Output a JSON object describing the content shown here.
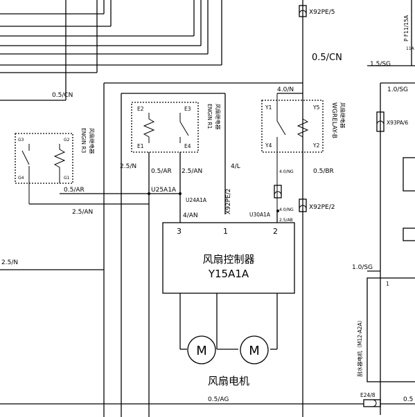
{
  "wires": {
    "w_cn_top": "0.5/CN",
    "w_cn_left": "0.5/CN",
    "w_1sg": "1.5/SG",
    "w_10sg_right": "1.0/SG",
    "w_40n": "4.0/N",
    "w_25n_mid": "2.5/N",
    "w_05ar_mid": "0.5/AR",
    "w_25an_mid": "2.5/AN",
    "w_4l": "4/L",
    "w_05ar_left": "0.5/AR",
    "w_25an_left": "2.5/AN",
    "w_4an": "4/AN",
    "w_25n_left": "2.5/N",
    "w_40ng": "4.0/NG",
    "w_05br": "0.5/BR",
    "w_40ng_b": "4.0/NG",
    "w_25ab": "2.5/AB",
    "w_10sg": "1.0/SG",
    "w_05ag": "0.5/AG",
    "w_05_right": "0.5"
  },
  "connectors": {
    "x92pe5": "X92PE/5",
    "x92pe2_v": "X92PE/2",
    "x92pe2": "X92PE/2",
    "x93pa": "X93PA/6",
    "e24": "E24/8",
    "fuse": "P F11/15A",
    "fuse_amp": "11A"
  },
  "splices": {
    "u25a1a": "U25A1A",
    "u24a1a": "U24A1A",
    "u30a1a": "U30A1A"
  },
  "relays": {
    "r1": {
      "pins": [
        "E2",
        "E3",
        "E1",
        "E4"
      ],
      "code": "ENGIN R1",
      "name": "风扇继电器"
    },
    "r3": {
      "pins": [
        "G3",
        "G2",
        "G4",
        "G1"
      ],
      "code": "ENGIN R3",
      "name": "风扇继电器"
    },
    "wg": {
      "pins": [
        "Y1",
        "Y5",
        "Y4",
        "Y2"
      ],
      "code": "WGRELAY-B",
      "name": "风扇继电器"
    }
  },
  "controller": {
    "pins": [
      "3",
      "1",
      "2"
    ],
    "name": "风扇控制器",
    "code": "Y15A1A"
  },
  "motor": {
    "symbol": "M",
    "name": "风扇电机"
  },
  "wiper_motor": {
    "name": "刮水器电机（M12-A2A）",
    "pin": "1"
  }
}
